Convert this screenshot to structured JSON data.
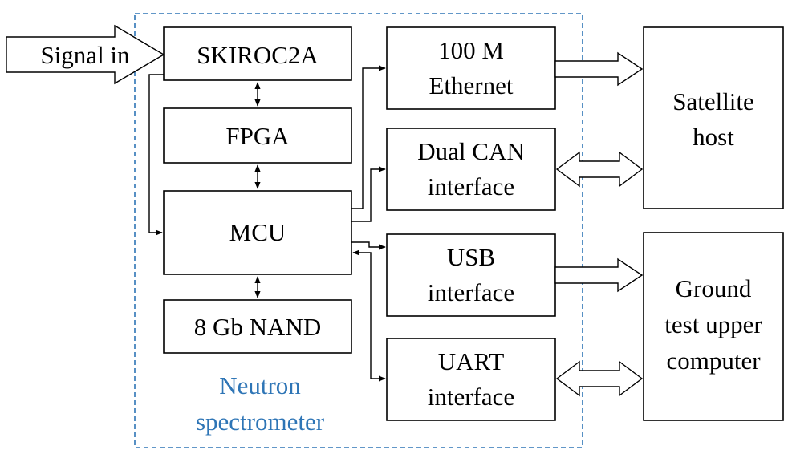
{
  "signal_input": {
    "label": "Signal in"
  },
  "neutron_spectrometer": {
    "label_line1": "Neutron",
    "label_line2": "spectrometer",
    "border_color": "#2e75b6",
    "blocks": {
      "skiroc2a": "SKIROC2A",
      "fpga": "FPGA",
      "mcu": "MCU",
      "nand": "8 Gb NAND",
      "ethernet": [
        "100 M",
        "Ethernet"
      ],
      "dual_can": [
        "Dual CAN",
        "interface"
      ],
      "usb": [
        "USB",
        "interface"
      ],
      "uart": [
        "UART",
        "interface"
      ]
    }
  },
  "external": {
    "satellite_host": [
      "Satellite",
      "host"
    ],
    "ground_test": [
      "Ground",
      "test upper",
      "computer"
    ]
  }
}
